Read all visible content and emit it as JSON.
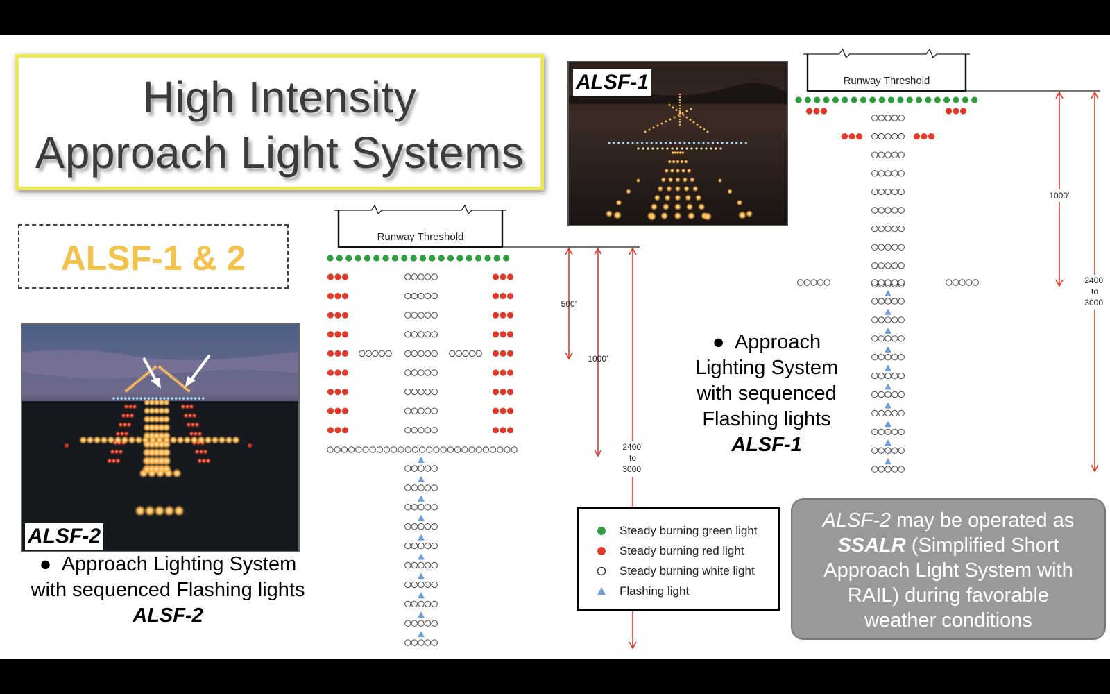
{
  "title": {
    "line1": "High Intensity",
    "line2": "Approach Light Systems"
  },
  "subtitle": "ALSF-1 & 2",
  "photos": {
    "alsf2_label": "ALSF-2",
    "alsf1_label": "ALSF-1"
  },
  "captions": {
    "alsf2": {
      "bullet": "●",
      "line1": "Approach Lighting System",
      "line2": "with sequenced Flashing lights",
      "name": "ALSF-2"
    },
    "alsf1": {
      "bullet": "●",
      "line1": "Approach",
      "line2": "Lighting System",
      "line3": "with sequenced",
      "line4": "Flashing lights",
      "name": "ALSF-1"
    }
  },
  "diagrams": {
    "alsf2": {
      "threshold_label": "Runway Threshold",
      "dim1": "500’",
      "dim2": "1000’",
      "dim3a": "2400’",
      "dim3b": "to",
      "dim3c": "3000’"
    },
    "alsf1": {
      "threshold_label": "Runway Threshold",
      "dim1": "1000’",
      "dim2a": "2400’",
      "dim2b": "to",
      "dim2c": "3000’"
    }
  },
  "legend": [
    {
      "icon": "green-dot-icon",
      "color": "#2e9e3e",
      "label": "Steady burning green light"
    },
    {
      "icon": "red-dot-icon",
      "color": "#e23a2a",
      "label": "Steady burning red light"
    },
    {
      "icon": "white-circle-icon",
      "color": "#ffffff",
      "label": "Steady burning white light"
    },
    {
      "icon": "blue-triangle-icon",
      "color": "#6d9ed8",
      "label": "Flashing light"
    }
  ],
  "note": {
    "part1": "ALSF-2",
    "part2": " may be operated as",
    "part3": "SSALR",
    "part4": " (Simplified Short",
    "line3": "Approach Light System with",
    "line4": "RAIL) during favorable",
    "line5": "weather conditions"
  },
  "colors": {
    "green": "#2e9e3e",
    "red": "#e23a2a",
    "flash": "#6d9ed8",
    "dimension": "#e23a2a",
    "title_border": "#eeea55",
    "subtitle": "#f2c24a"
  }
}
